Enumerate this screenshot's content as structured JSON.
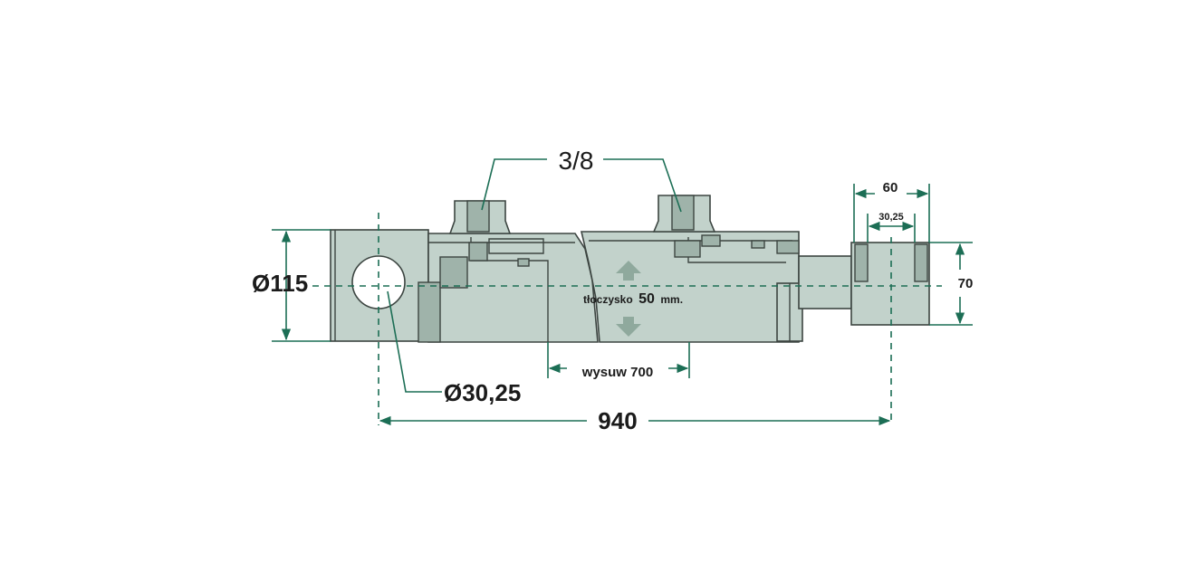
{
  "labels": {
    "bore_diameter": "Ø115",
    "pin_hole": "Ø30,25",
    "total_length": "940",
    "port_thread": "3/8",
    "stroke": "wysuw 700",
    "rod_text": "tłoczysko",
    "rod_value": "50",
    "rod_unit": "mm.",
    "eye_width": "60",
    "eye_hole": "30,25",
    "eye_height": "70"
  },
  "colors": {
    "body_fill": "#c2d2cb",
    "dimension_line": "#1c6e55",
    "outline": "#3c4541"
  }
}
